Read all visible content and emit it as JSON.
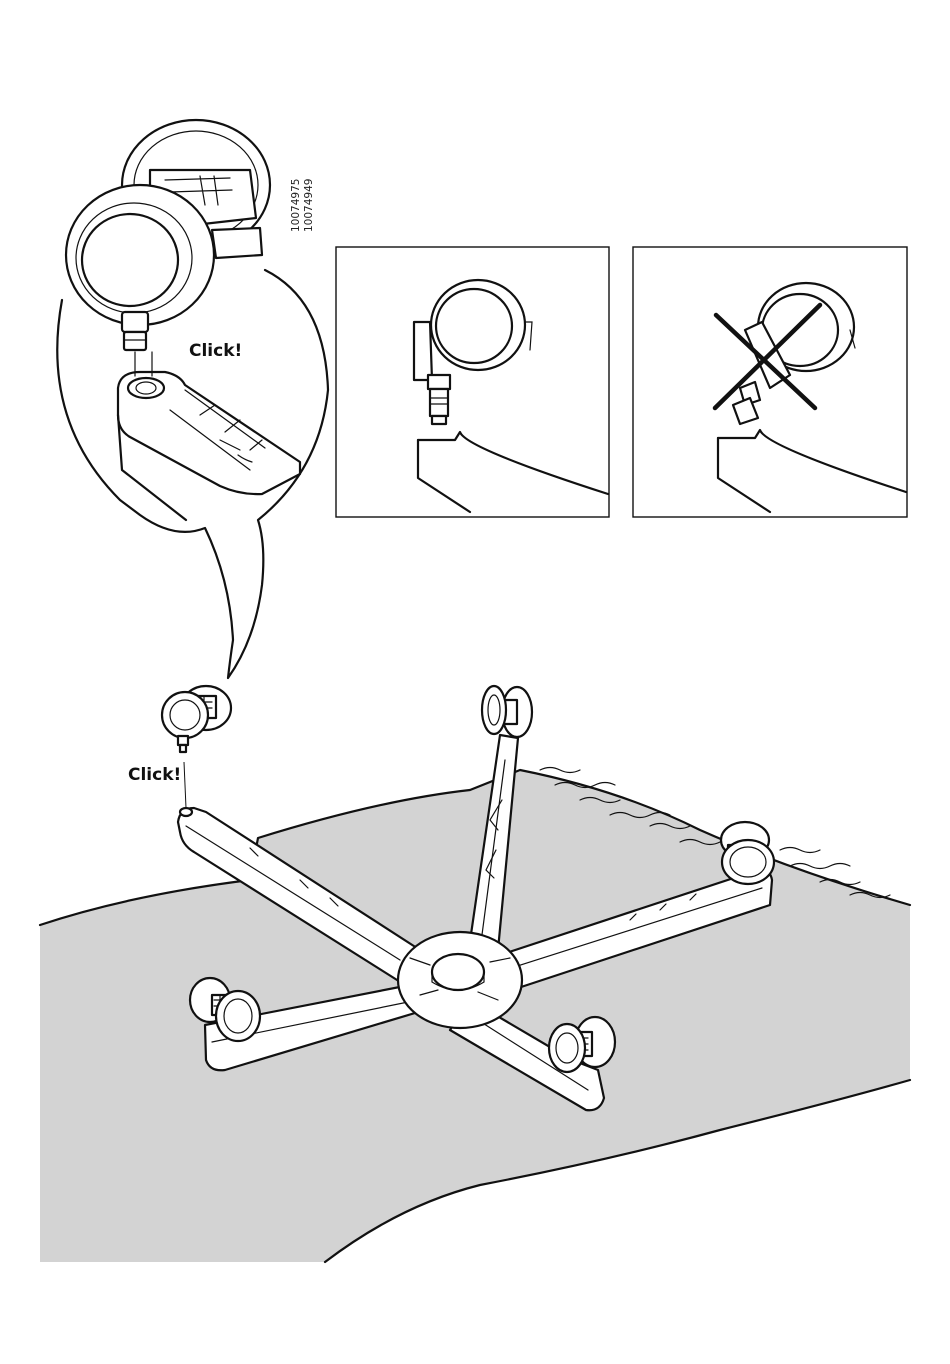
{
  "callouts": {
    "click_zoom": "Click!",
    "click_main": "Click!"
  },
  "part_numbers": [
    "10074975",
    "10074949"
  ],
  "panels": [
    {
      "name": "correct-insertion",
      "status": "ok"
    },
    {
      "name": "incorrect-insertion",
      "status": "crossed-out"
    }
  ],
  "colors": {
    "floor": "#d3d3d3",
    "line": "#111111"
  },
  "icons": [
    "caster-wheel-icon",
    "star-base-icon",
    "cross-out-icon"
  ]
}
